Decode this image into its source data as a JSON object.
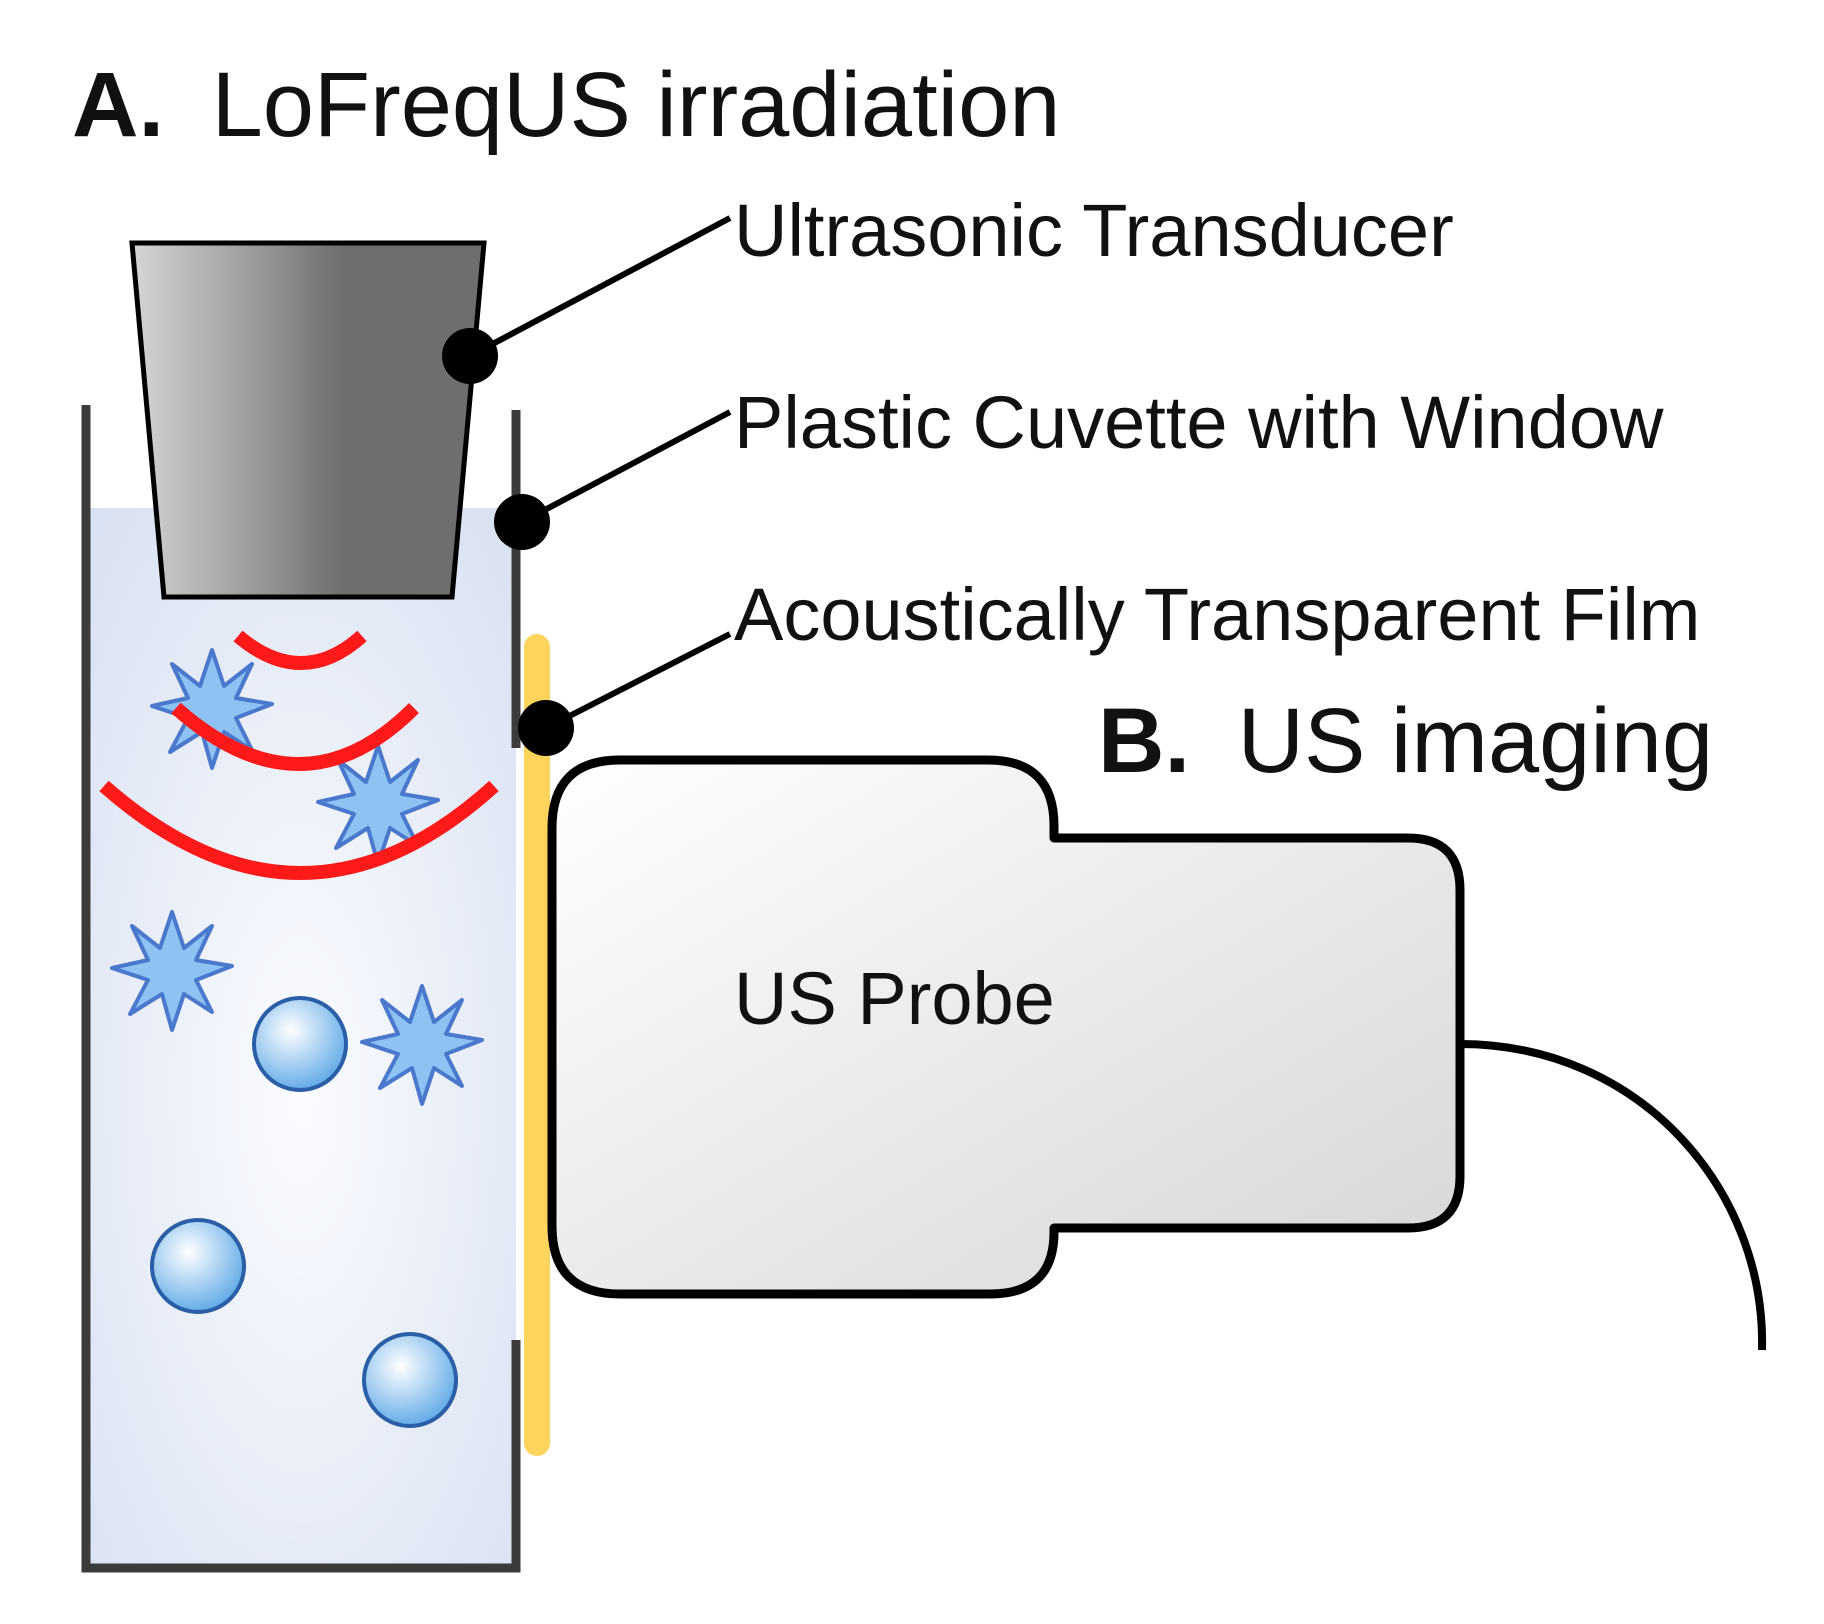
{
  "section_a": {
    "letter": "A.",
    "title": "LoFreqUS irradiation"
  },
  "section_b": {
    "letter": "B.",
    "title": "US imaging"
  },
  "callouts": {
    "transducer": "Ultrasonic Transducer",
    "cuvette": "Plastic Cuvette with Window",
    "film": "Acoustically Transparent Film"
  },
  "probe": {
    "label": "US Probe"
  },
  "colors": {
    "liquid_edge": "#d7e0f1",
    "liquid_center": "#fbfcff",
    "transducer_dark": "#6e6e6e",
    "transducer_light": "#d6d6d6",
    "cuvette_wall": "#3b3b3b",
    "film": "#ffd45c",
    "wave": "#ff1a1a",
    "bubble_stroke": "#2a5fa8",
    "bubble_fill": "#5aa6e6",
    "star_stroke": "#4a78cc",
    "star_fill": "#8ec2f2",
    "probe_fill_light": "#ffffff",
    "probe_fill_dark": "#d6d6d6",
    "line": "#000000"
  }
}
